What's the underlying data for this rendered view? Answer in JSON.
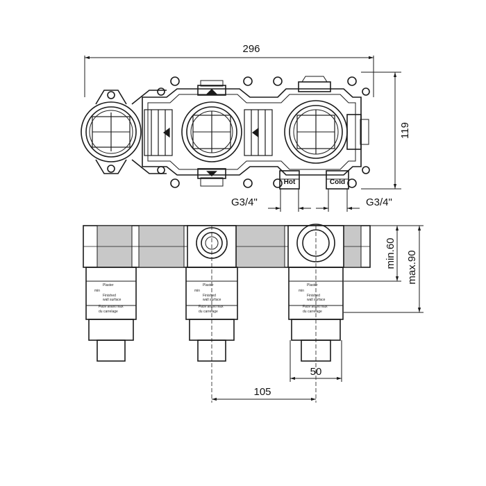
{
  "dimensions": {
    "overall_width": "296",
    "height": "119",
    "inlet_left": "G3/4\"",
    "inlet_right": "G3/4\"",
    "min_depth": "min.60",
    "max_depth": "max.90",
    "center_spacing": "105",
    "body_width": "50"
  },
  "ports": {
    "hot": "Hot",
    "cold": "Cold"
  },
  "depth_label": {
    "line1": "Plaster",
    "line2": "min",
    "line3": "Finished",
    "line4": "wall surface",
    "line5": "Face avant max",
    "line6": "du carrelage"
  },
  "colors": {
    "line": "#1a1a1a",
    "shade": "#c8c8c8",
    "background": "#ffffff"
  }
}
